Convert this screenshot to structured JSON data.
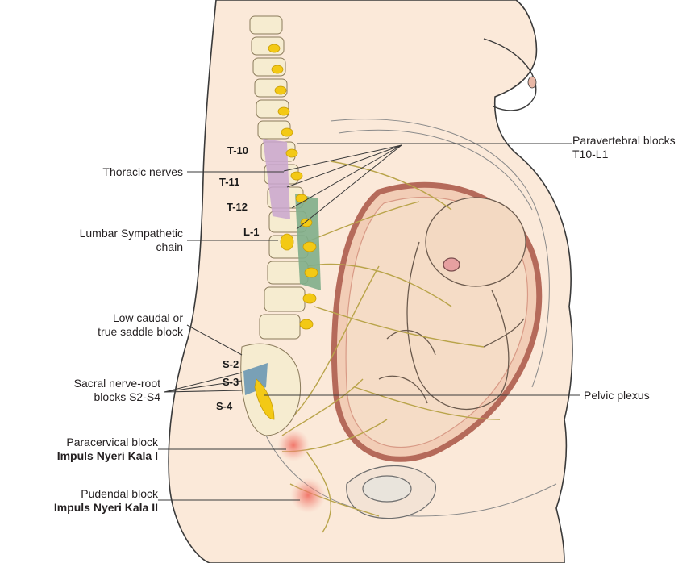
{
  "labels": {
    "paravertebral_line1": "Paravertebral blocks",
    "paravertebral_line2": "T10-L1",
    "thoracic_nerves": "Thoracic nerves",
    "lumbar_line1": "Lumbar Sympathetic",
    "lumbar_line2": "chain",
    "low_caudal_line1": "Low caudal or",
    "low_caudal_line2": "true saddle block",
    "sacral_line1": "Sacral nerve-root",
    "sacral_line2": "blocks S2-S4",
    "paracervical_line1": "Paracervical block",
    "paracervical_line2": "Impuls Nyeri Kala I",
    "pudendal_line1": "Pudendal block",
    "pudendal_line2": "Impuls Nyeri Kala II",
    "pelvic_plexus": "Pelvic plexus"
  },
  "levels": {
    "t10": "T-10",
    "t11": "T-11",
    "t12": "T-12",
    "l1": "L-1",
    "s2": "S-2",
    "s3": "S-3",
    "s4": "S-4"
  },
  "colors": {
    "skin": "#fbe9d9",
    "outline": "#3a3a3a",
    "bone": "#f6ecd0",
    "nerve_yellow": "#f3c915",
    "nerve_line": "#b9a44a",
    "thoracic_purple": "#c9a6cf",
    "lumbar_green": "#7fae8a",
    "sacral_blue": "#6c98b3",
    "uterus_wall": "#c77f6e",
    "fetus": "#f3d9c2",
    "pain_spot": "#ee7a6b"
  }
}
